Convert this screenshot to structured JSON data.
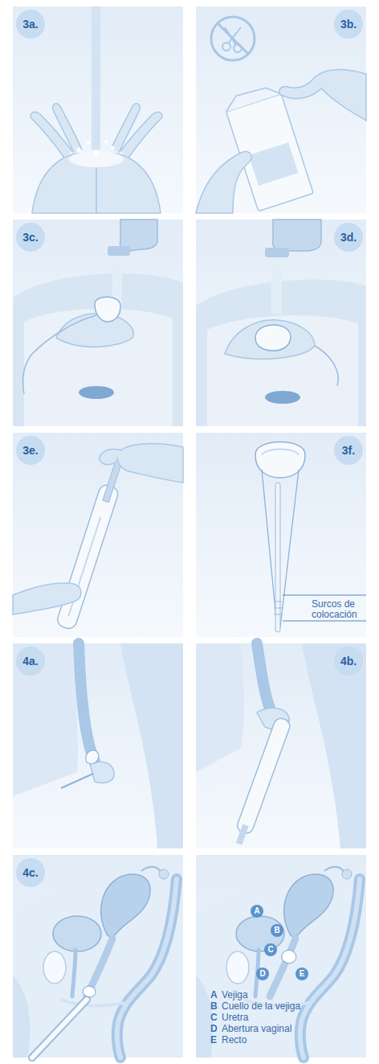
{
  "diagram": {
    "nodes": [
      {
        "text": [
          "3a."
        ]
      },
      {
        "text": [
          "3b."
        ]
      },
      {
        "text": [
          "3c."
        ]
      },
      {
        "text": [
          "3d."
        ]
      },
      {
        "text": [
          "3e."
        ]
      },
      {
        "text": [
          "3f."
        ]
      },
      {
        "text": [
          "4a."
        ]
      },
      {
        "text": [
          "4b."
        ]
      },
      {
        "text": [
          "4c."
        ]
      },
      {
        "text": [
          "A"
        ]
      },
      {
        "text": [
          "B"
        ]
      },
      {
        "text": [
          "C"
        ]
      },
      {
        "text": [
          "D"
        ]
      },
      {
        "text": [
          "E"
        ]
      }
    ],
    "labels": [
      "Surcos de colocación",
      "A",
      "Vejiga",
      "B",
      "Cuello de la vejiga",
      "C",
      "Uretra",
      "D",
      "Abertura vaginal",
      "E",
      "Recto"
    ]
  }
}
